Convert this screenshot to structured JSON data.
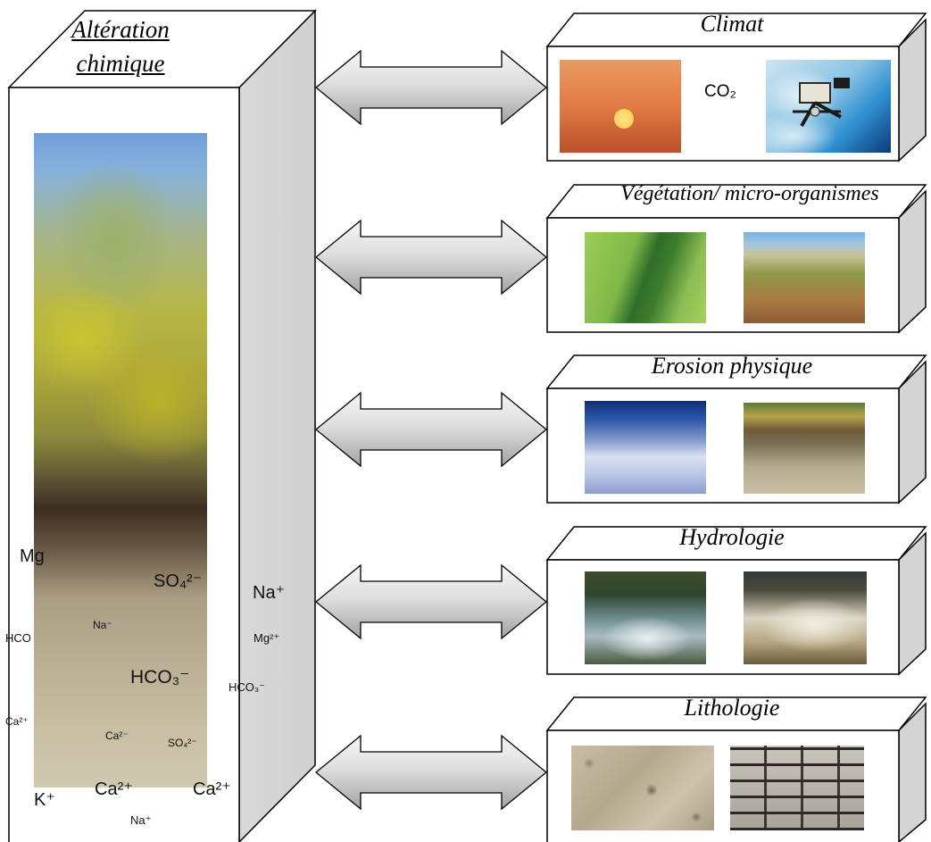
{
  "main": {
    "title_line1": "Altération",
    "title_line2": "chimique"
  },
  "ions": {
    "na_plus_right": "Na⁺",
    "mg2_right": "Mg²⁺",
    "hco3_right": "HCO₃⁻",
    "mg_left": "Mg",
    "so4_top": "SO₄²⁻",
    "hco_left": "HCO",
    "na_mid": "Na⁻",
    "hco3_mid": "HCO₃⁻",
    "ca2_left": "Ca²⁺",
    "ca2_mid": "Ca²⁻",
    "so4_low": "SO₄²⁻",
    "k_plus": "K⁺",
    "ca2_bottom1": "Ca²⁺",
    "ca2_bottom2": "Ca²⁺",
    "na_plus_bottom": "Na⁺"
  },
  "categories": [
    {
      "title": "Climat",
      "extra": "CO₂",
      "images": [
        "sunset-photo",
        "satellite-photo"
      ]
    },
    {
      "title": "Végétation/ micro-organismes",
      "images": [
        "leaf-photo",
        "forest-photo"
      ]
    },
    {
      "title": "Erosion physique",
      "images": [
        "snow-photo",
        "riverbank-photo"
      ]
    },
    {
      "title": "Hydrologie",
      "images": [
        "stream-photo",
        "rapids-photo"
      ]
    },
    {
      "title": "Lithologie",
      "images": [
        "gravel-photo",
        "stone-wall-photo"
      ]
    }
  ],
  "colors": {
    "box_side": "#d4d4d4",
    "arrow_light": "#f4f4f4",
    "arrow_dark": "#a9a9a9",
    "outline": "#000000"
  }
}
